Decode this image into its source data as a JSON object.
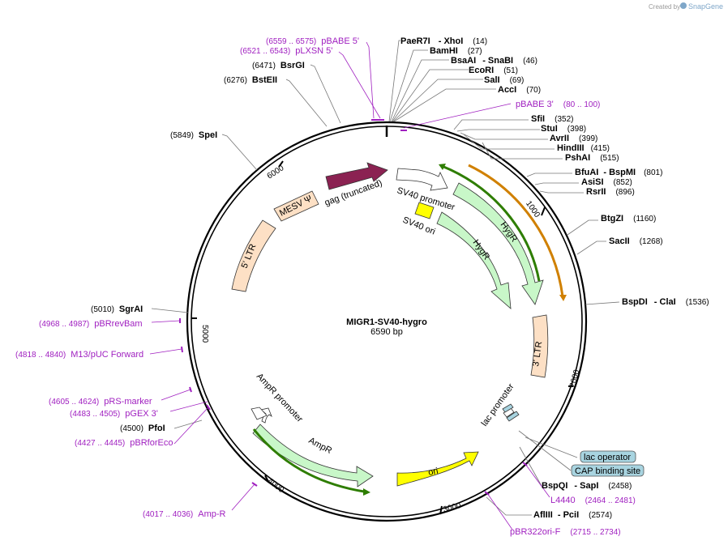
{
  "credit": {
    "prefix": "Created by",
    "brand": "SnapGene"
  },
  "plasmid": {
    "name": "MIGR1-SV40-hygro",
    "size": "6590 bp"
  },
  "ticks": {
    "t1000": "1000",
    "t2000": "2000",
    "t3000": "3000",
    "t4000": "4000",
    "t5000": "5000",
    "t6000": "6000"
  },
  "features": {
    "gag": "gag (truncated)",
    "mesv": "MESV Ψ",
    "ltr5": "5' LTR",
    "sv40promoter": "SV40 promoter",
    "sv40ori": "SV40 ori",
    "hygr1": "HygR",
    "hygr2": "HygR",
    "ltr3": "3' LTR",
    "lacpromoter": "lac promoter",
    "ampr_promoter": "AmpR promoter",
    "ampr": "AmpR",
    "ori": "ori"
  },
  "enzymes": [
    {
      "name": "PaeR7I",
      "name2": "XhoI",
      "pos": "(14)"
    },
    {
      "name": "BamHI",
      "name2": "",
      "pos": "(27)"
    },
    {
      "name": "BsaAI",
      "name2": "SnaBI",
      "pos": "(46)"
    },
    {
      "name": "EcoRI",
      "name2": "",
      "pos": "(51)"
    },
    {
      "name": "SalI",
      "name2": "",
      "pos": "(69)"
    },
    {
      "name": "AccI",
      "name2": "",
      "pos": "(70)"
    },
    {
      "name": "SfiI",
      "name2": "",
      "pos": "(352)"
    },
    {
      "name": "StuI",
      "name2": "",
      "pos": "(398)"
    },
    {
      "name": "AvrII",
      "name2": "",
      "pos": "(399)"
    },
    {
      "name": "HindIII",
      "name2": "",
      "pos": "(415)"
    },
    {
      "name": "PshAI",
      "name2": "",
      "pos": "(515)"
    },
    {
      "name": "BfuAI",
      "name2": "BspMI",
      "pos": "(801)"
    },
    {
      "name": "AsiSI",
      "name2": "",
      "pos": "(852)"
    },
    {
      "name": "RsrII",
      "name2": "",
      "pos": "(896)"
    },
    {
      "name": "BtgZI",
      "name2": "",
      "pos": "(1160)"
    },
    {
      "name": "SacII",
      "name2": "",
      "pos": "(1268)"
    },
    {
      "name": "BspDI",
      "name2": "ClaI",
      "pos": "(1536)"
    },
    {
      "name": "BspQI",
      "name2": "SapI",
      "pos": "(2458)"
    },
    {
      "name": "AflIII",
      "name2": "PciI",
      "pos": "(2574)"
    },
    {
      "name": "PfoI",
      "name2": "",
      "pos": "(4500)"
    },
    {
      "name": "SgrAI",
      "name2": "",
      "pos": "(5010)"
    },
    {
      "name": "SpeI",
      "name2": "",
      "pos": "(5849)"
    },
    {
      "name": "BstEII",
      "name2": "",
      "pos": "(6276)"
    },
    {
      "name": "BsrGI",
      "name2": "",
      "pos": "(6471)"
    }
  ],
  "primers": [
    {
      "name": "pBABE 5'",
      "range": "(6559 .. 6575)"
    },
    {
      "name": "pLXSN 5'",
      "range": "(6521 .. 6543)"
    },
    {
      "name": "pBABE 3'",
      "range": "(80 .. 100)"
    },
    {
      "name": "L4440",
      "range": "(2464 .. 2481)"
    },
    {
      "name": "pBR322ori-F",
      "range": "(2715 .. 2734)"
    },
    {
      "name": "Amp-R",
      "range": "(4017 .. 4036)"
    },
    {
      "name": "pBRforEco",
      "range": "(4427 .. 4445)"
    },
    {
      "name": "pGEX 3'",
      "range": "(4483 .. 4505)"
    },
    {
      "name": "pRS-marker",
      "range": "(4605 .. 4624)"
    },
    {
      "name": "M13/pUC Forward",
      "range": "(4818 .. 4840)"
    },
    {
      "name": "pBRrevBam",
      "range": "(4968 .. 4987)"
    }
  ],
  "boxes": {
    "lac_operator": "lac operator",
    "cap_site": "CAP binding site"
  },
  "colors": {
    "gag": "#8b2252",
    "ltr": "#fde0c5",
    "sv40promoter": "#ffffff",
    "sv40ori": "#ffff00",
    "hygr": "#c8f7c8",
    "ampr": "#c8f7c8",
    "ori": "#ffff00",
    "primer": "#a020c0",
    "green_arc": "#2e7d00",
    "orange_arc": "#d08000",
    "boxfill": "#a8d4e0"
  }
}
